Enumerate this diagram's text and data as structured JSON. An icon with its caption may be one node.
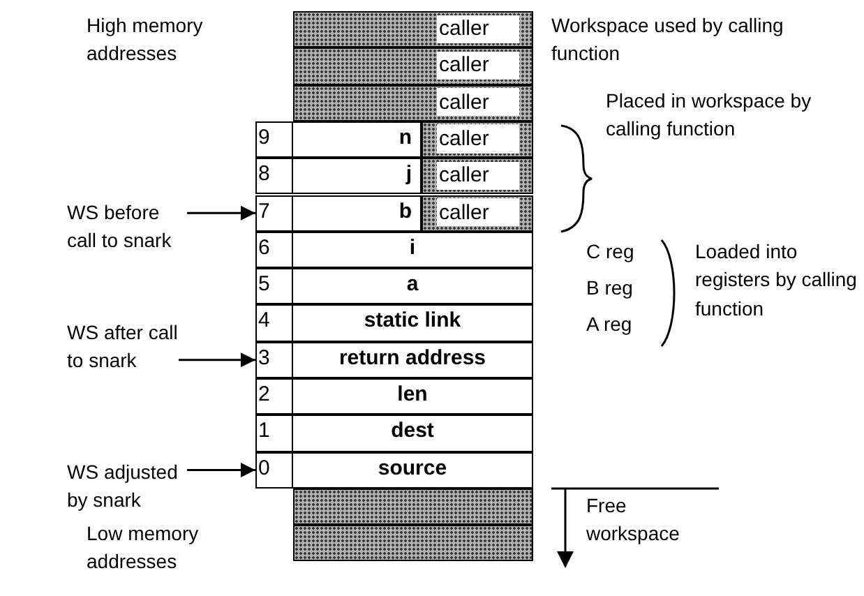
{
  "diagram": {
    "nodes": [
      {
        "text": [],
        "shape": "bar"
      },
      {
        "text": [
          "caller"
        ],
        "in": 0
      },
      {
        "text": [],
        "shape": "bar"
      },
      {
        "text": [
          "caller"
        ],
        "in": 2
      },
      {
        "text": [],
        "shape": "bar"
      },
      {
        "text": [
          "caller"
        ],
        "in": 4
      },
      {
        "text": [
          "9",
          "n"
        ]
      },
      {
        "text": [],
        "shape": "bar"
      },
      {
        "text": [
          "caller"
        ],
        "in": 7
      },
      {
        "text": [
          "8",
          "j"
        ]
      },
      {
        "text": [],
        "shape": "bar"
      },
      {
        "text": [
          "caller"
        ],
        "in": 10
      },
      {
        "text": [
          "7",
          "b"
        ]
      },
      {
        "text": [],
        "shape": "bar"
      },
      {
        "text": [
          "caller"
        ],
        "in": 13
      },
      {
        "text": [
          "6",
          "i"
        ]
      },
      {
        "text": [
          "5",
          "a"
        ]
      },
      {
        "text": [
          "4",
          "static link"
        ]
      },
      {
        "text": [
          "3",
          "return address"
        ]
      },
      {
        "text": [
          "2",
          "len"
        ]
      },
      {
        "text": [
          "1",
          "dest"
        ]
      },
      {
        "text": [
          "0",
          "source"
        ]
      },
      {
        "text": [],
        "shape": "bar"
      },
      {
        "text": [],
        "shape": "bar"
      },
      {
        "text": [
          "WS before call to snark"
        ]
      },
      {
        "text": [
          "WS after call to snark"
        ]
      },
      {
        "text": [
          "WS adjusted by snark"
        ]
      }
    ],
    "edges": [
      {
        "from": 24,
        "to": 12,
        "arrow": "to"
      },
      {
        "from": 25,
        "to": 18,
        "arrow": "to"
      },
      {
        "from": 26,
        "to": 21,
        "arrow": "to"
      }
    ],
    "labels": [
      "High memory addresses",
      "Workspace used by calling function",
      "Placed in workspace by calling function",
      "C reg",
      "B reg",
      "A reg",
      "Loaded into registers by calling function",
      "Free workspace",
      "Low memory addresses"
    ]
  }
}
